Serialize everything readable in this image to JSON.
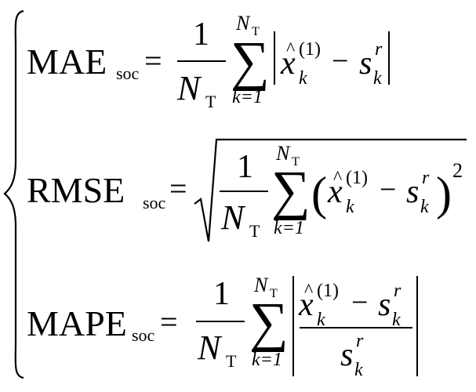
{
  "equations": {
    "mae": {
      "name": "MAE",
      "sub": "soc",
      "equals": "=",
      "numerator": "1",
      "den_var": "N",
      "den_sub": "T",
      "sum_top_var": "N",
      "sum_top_sub": "T",
      "sum_bottom": "k=1",
      "xhat": "x",
      "xhat_sub": "k",
      "xhat_sup": "(1)",
      "minus": "−",
      "s": "s",
      "s_sub": "k",
      "s_sup": "r"
    },
    "rmse": {
      "name": "RMSE",
      "sub": "soc",
      "equals": "=",
      "numerator": "1",
      "den_var": "N",
      "den_sub": "T",
      "sum_top_var": "N",
      "sum_top_sub": "T",
      "sum_bottom": "k=1",
      "xhat": "x",
      "xhat_sub": "k",
      "xhat_sup": "(1)",
      "minus": "−",
      "s": "s",
      "s_sub": "k",
      "s_sup": "r",
      "power": "2"
    },
    "mape": {
      "name": "MAPE",
      "sub": "soc",
      "equals": "=",
      "numerator": "1",
      "den_var": "N",
      "den_sub": "T",
      "sum_top_var": "N",
      "sum_top_sub": "T",
      "sum_bottom": "k=1",
      "xhat": "x",
      "xhat_sub": "k",
      "xhat_sup": "(1)",
      "minus": "−",
      "s": "s",
      "s_sub": "k",
      "s_sup": "r",
      "den_s": "s",
      "den_s_sub": "k",
      "den_s_sup": "r"
    }
  }
}
